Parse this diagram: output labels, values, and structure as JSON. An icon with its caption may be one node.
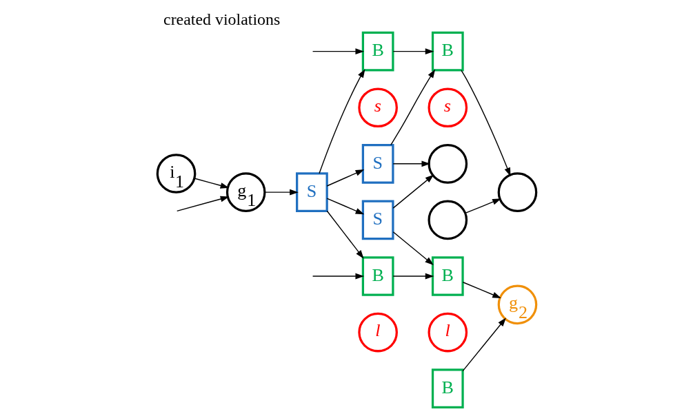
{
  "diagram": {
    "title": "created violations",
    "nodes": [
      {
        "text": [
          "i$_{1}$"
        ]
      },
      {
        "text": [
          "g$_{1}$"
        ]
      },
      {
        "text": [
          "S"
        ]
      },
      {
        "text": [
          "B"
        ]
      },
      {
        "text": [
          "s"
        ]
      },
      {
        "text": [
          "S"
        ]
      },
      {
        "text": [
          "S"
        ]
      },
      {
        "text": [
          "B"
        ]
      },
      {
        "text": [
          "l"
        ]
      },
      {
        "text": [
          "B"
        ]
      },
      {
        "text": [
          "s"
        ]
      },
      {
        "text": [
          "B"
        ]
      },
      {
        "text": [],
        "shape": "circle"
      },
      {
        "text": [
          "B"
        ]
      },
      {
        "text": [
          "l"
        ]
      },
      {
        "text": [],
        "shape": "circle"
      },
      {
        "text": [],
        "shape": "circle"
      },
      {
        "text": [
          "g$_{2}$"
        ]
      }
    ],
    "edges": [
      {
        "from": null,
        "to": 1,
        "arrow": "to"
      },
      {
        "from": 0,
        "to": 1,
        "arrow": "to"
      },
      {
        "from": 1,
        "to": 2,
        "arrow": "to"
      },
      {
        "from": 2,
        "to": 3,
        "arrow": "to"
      },
      {
        "from": 2,
        "to": 5,
        "arrow": "to"
      },
      {
        "from": 2,
        "to": 6,
        "arrow": "to"
      },
      {
        "from": 2,
        "to": 7,
        "arrow": "to"
      },
      {
        "from": null,
        "to": 3,
        "arrow": "to"
      },
      {
        "from": null,
        "to": 7,
        "arrow": "to"
      },
      {
        "from": 3,
        "to": 9,
        "arrow": "to"
      },
      {
        "from": 5,
        "to": 9,
        "arrow": "to"
      },
      {
        "from": 5,
        "to": 12,
        "arrow": "to"
      },
      {
        "from": 6,
        "to": 12,
        "arrow": "to"
      },
      {
        "from": 6,
        "to": 13,
        "arrow": "to"
      },
      {
        "from": 7,
        "to": 13,
        "arrow": "to"
      },
      {
        "from": 9,
        "to": 16,
        "arrow": "to"
      },
      {
        "from": 15,
        "to": 16,
        "arrow": "to"
      },
      {
        "from": 11,
        "to": 17,
        "arrow": "to"
      },
      {
        "from": 13,
        "to": 17,
        "arrow": "to"
      }
    ]
  }
}
